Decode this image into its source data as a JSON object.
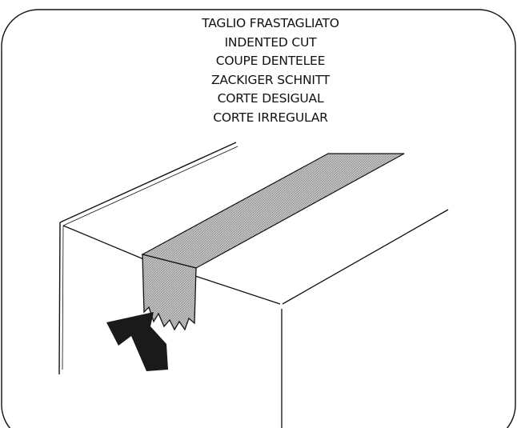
{
  "caption": {
    "lines": [
      "TAGLIO FRASTAGLIATO",
      "INDENTED CUT",
      "COUPE DENTELEE",
      "ZACKIGER SCHNITT",
      "CORTE DESIGUAL",
      "CORTE IRREGULAR"
    ]
  },
  "colors": {
    "line": "#111111",
    "tape": "#bdbdbd",
    "arrow": "#1a1a1a",
    "background": "#ffffff"
  }
}
